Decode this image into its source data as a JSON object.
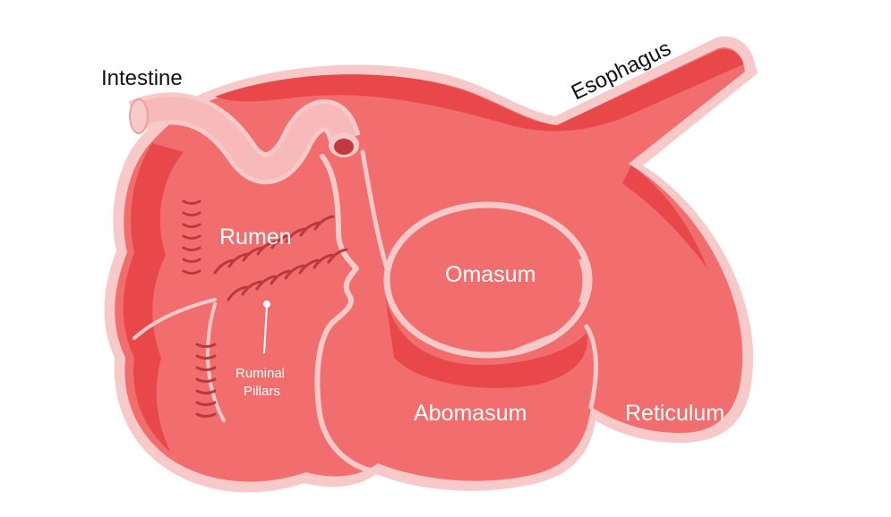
{
  "labels": {
    "intestine": "Intestine",
    "esophagus": "Esophagus",
    "rumen": "Rumen",
    "omasum": "Omasum",
    "abomasum": "Abomasum",
    "reticulum": "Reticulum",
    "ruminal_pillars_line1": "Ruminal",
    "ruminal_pillars_line2": "Pillars"
  },
  "colors": {
    "outline": "#f7c9c9",
    "body": "#f26e6e",
    "shadow": "#e8484a",
    "pillar": "#b83a3e",
    "intestine": "#f8b9b9",
    "text_dark": "#111111",
    "text_light": "#ffffff"
  }
}
